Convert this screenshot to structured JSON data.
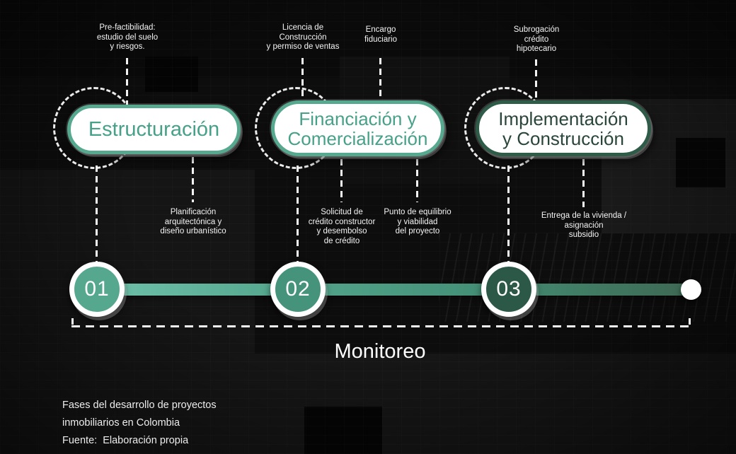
{
  "title": "Fases del desarrollo de proyectos inmobiliarios en Colombia",
  "colors": {
    "teal_light": "#6fc2aa",
    "teal": "#55a78e",
    "teal_mid": "#45937a",
    "green_dark": "#2c5947",
    "pill_border_teal": "#56a88e",
    "pill_border_dark": "#2e5c49",
    "pill_text_teal": "#47a189",
    "pill_text_dark": "#2a463a",
    "annotation_text": "#f4f4f4",
    "background": "#0d0d0d"
  },
  "annotations_top": [
    {
      "text": "Pre-factibilidad:\nestudio del suelo\ny riesgos."
    },
    {
      "text": "Licencia de\nConstrucción\ny permiso de ventas"
    },
    {
      "text": "Encargo\nfiduciario"
    },
    {
      "text": "Subrogación\ncrédito\nhipotecario"
    }
  ],
  "annotations_bottom": [
    {
      "text": "Planificación\narquitectónica y\ndiseño urbanístico"
    },
    {
      "text": "Solicitud de\ncrédito constructor\ny desembolso\nde crédito"
    },
    {
      "text": "Punto de equilibrio\ny viabilidad\ndel proyecto"
    },
    {
      "text": "Entrega de la vivienda /\nasignación\nsubsidio"
    }
  ],
  "phases": [
    {
      "number": "01",
      "title": "Estructuración"
    },
    {
      "number": "02",
      "title": "Financiación y\nComercialización"
    },
    {
      "number": "03",
      "title": "Implementación\ny Construcción"
    }
  ],
  "timeline": {
    "monitor_label": "Monitoreo"
  },
  "caption": {
    "lines": "Fases del desarrollo de proyectos\ninmobiliarios en Colombia\nFuente:  Elaboración propia"
  }
}
